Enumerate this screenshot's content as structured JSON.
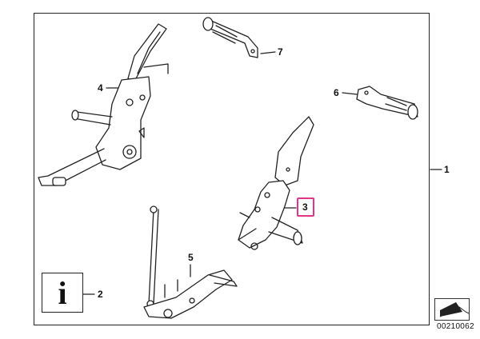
{
  "callouts": [
    {
      "id": "1",
      "label": "1"
    },
    {
      "id": "2",
      "label": "2"
    },
    {
      "id": "3",
      "label": "3",
      "highlighted": true
    },
    {
      "id": "4",
      "label": "4"
    },
    {
      "id": "5",
      "label": "5"
    },
    {
      "id": "6",
      "label": "6"
    },
    {
      "id": "7",
      "label": "7"
    }
  ],
  "info_glyph": "i",
  "diagram_id": "00210062",
  "colors": {
    "highlight": "#e0358a",
    "line": "#222222",
    "shade": "#aaaaaa"
  },
  "icons": {
    "info": "info-icon",
    "nav": "next-page-arrow-icon"
  }
}
